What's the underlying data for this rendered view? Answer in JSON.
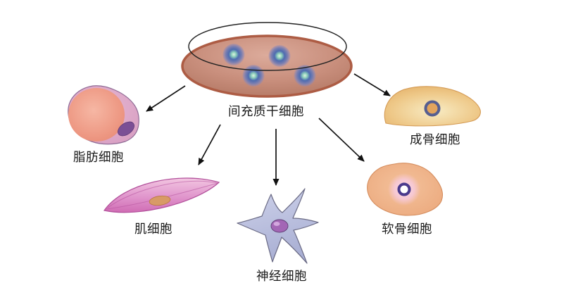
{
  "figure": {
    "description": "Differentiation diagram of mesenchymal stem cells in a petri dish into five cell types",
    "background_color": "#ffffff",
    "source_cell": {
      "label": "间充质干细胞",
      "dish_cell_count": 4
    },
    "derived_cells": [
      {
        "id": "adipocyte",
        "label": "脂肪细胞"
      },
      {
        "id": "muscle-cell",
        "label": "肌细胞"
      },
      {
        "id": "neuron",
        "label": "神经细胞"
      },
      {
        "id": "osteoblast",
        "label": "成骨细胞"
      },
      {
        "id": "chondrocyte",
        "label": "软骨细胞"
      }
    ],
    "colors": {
      "dish_medium": "#c98f7d",
      "dish_rim": "#ad5c44",
      "dish_glass_outline": "#222222",
      "stem_cell_ring": "#4a62a8",
      "stem_cell_core": "#9fd8c6",
      "adipocyte_body": "#dfa9c9",
      "adipocyte_droplet": "#ec9480",
      "adipocyte_nucleus": "#7b4f95",
      "muscle_body": "#dd85c2",
      "muscle_nucleus": "#d89a66",
      "neuron_body": "#bcc0de",
      "neuron_nucleus": "#a366b5",
      "osteoblast_body": "#eccc8e",
      "osteoblast_nucleus_ring": "#565e90",
      "osteoblast_nucleus_core": "#e3a45c",
      "chondrocyte_body": "#efb28c",
      "chondrocyte_nucleus_ring": "#4a3a8c",
      "arrow": "#111111",
      "label_text": "#1b1b1b"
    }
  }
}
